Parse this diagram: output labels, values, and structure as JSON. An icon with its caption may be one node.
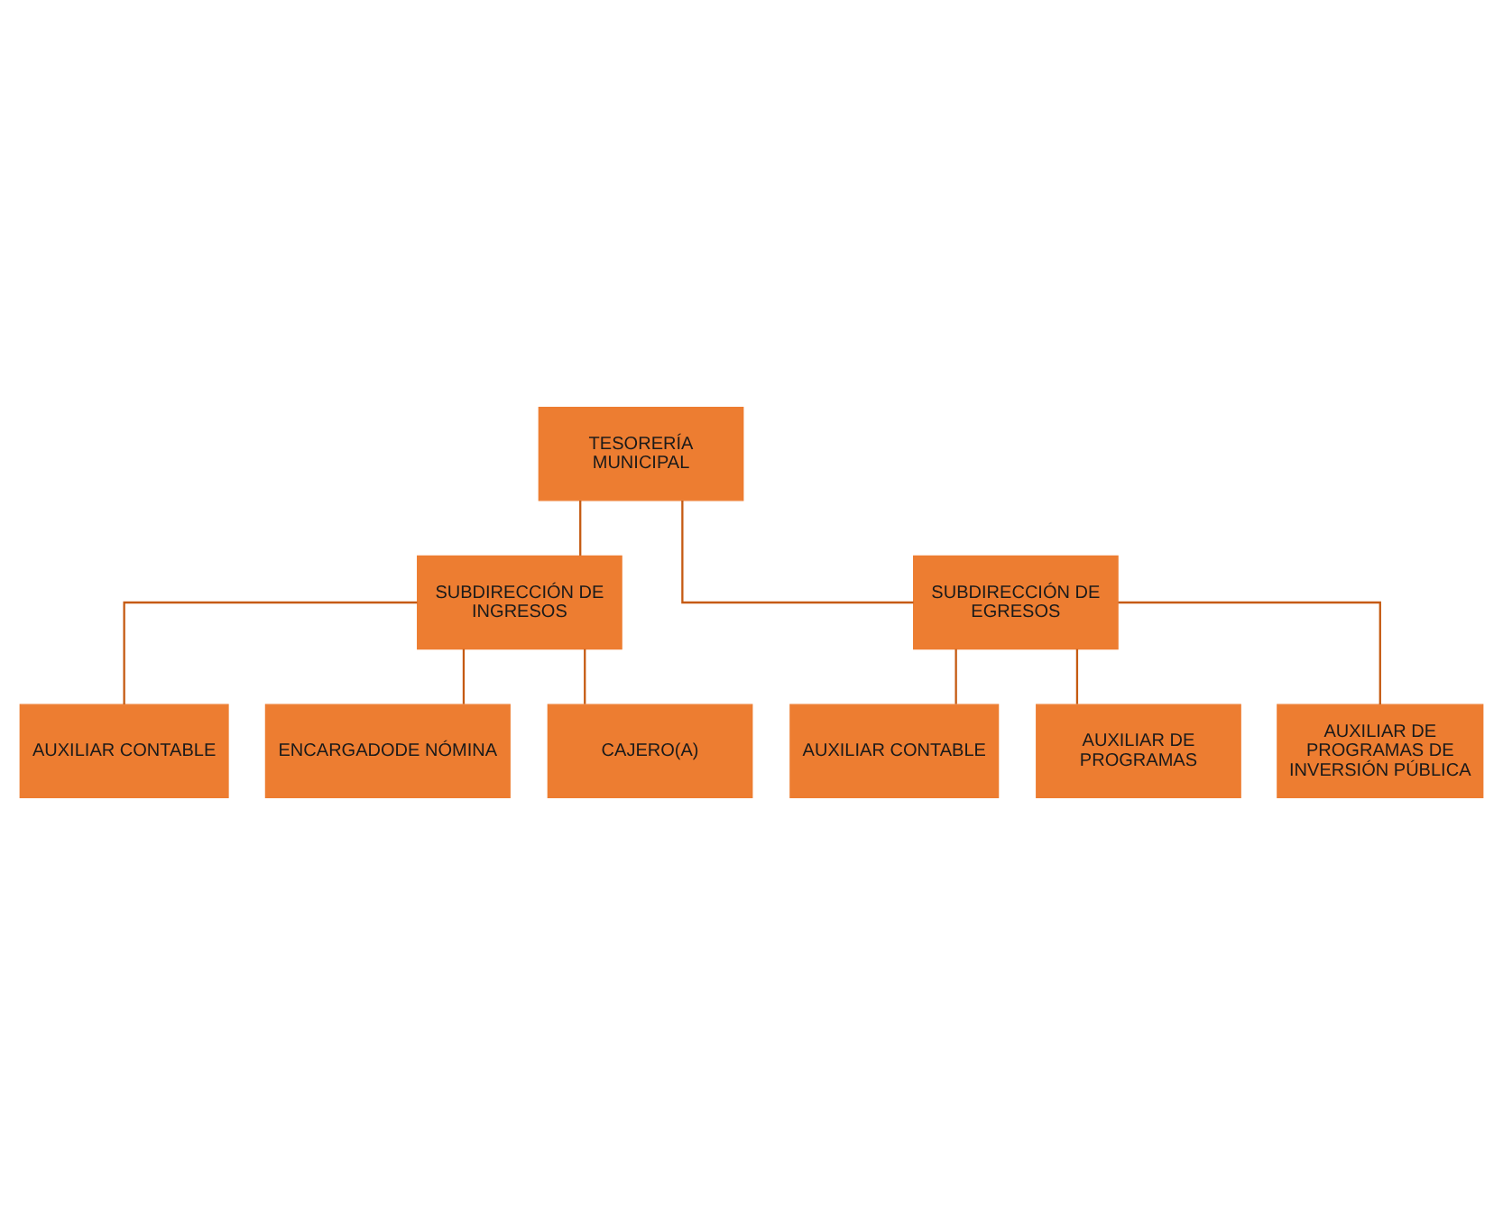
{
  "diagram": {
    "nodes": [
      {
        "text": [
          "TESORERÍA MUNICIPAL"
        ]
      },
      {
        "text": [
          "SUBDIRECCIÓN DE INGRESOS"
        ]
      },
      {
        "text": [
          "SUBDIRECCIÓN DE EGRESOS"
        ]
      },
      {
        "text": [
          "AUXILIAR CONTABLE"
        ]
      },
      {
        "text": [
          "ENCARGADODE NÓMINA"
        ]
      },
      {
        "text": [
          "CAJERO(A)"
        ]
      },
      {
        "text": [
          "AUXILIAR CONTABLE"
        ]
      },
      {
        "text": [
          "AUXILIAR DE PROGRAMAS"
        ]
      },
      {
        "text": [
          "AUXILIAR DE PROGRAMAS DE INVERSIÓN PÚBLICA"
        ]
      }
    ],
    "edges": [
      {
        "from": 0,
        "to": 1,
        "arrow": "none"
      },
      {
        "from": 0,
        "to": 2,
        "arrow": "none"
      },
      {
        "from": 1,
        "to": 3,
        "arrow": "none"
      },
      {
        "from": 1,
        "to": 4,
        "arrow": "none"
      },
      {
        "from": 1,
        "to": 5,
        "arrow": "none"
      },
      {
        "from": 2,
        "to": 6,
        "arrow": "none"
      },
      {
        "from": 2,
        "to": 7,
        "arrow": "none"
      },
      {
        "from": 2,
        "to": 8,
        "arrow": "none"
      }
    ]
  }
}
